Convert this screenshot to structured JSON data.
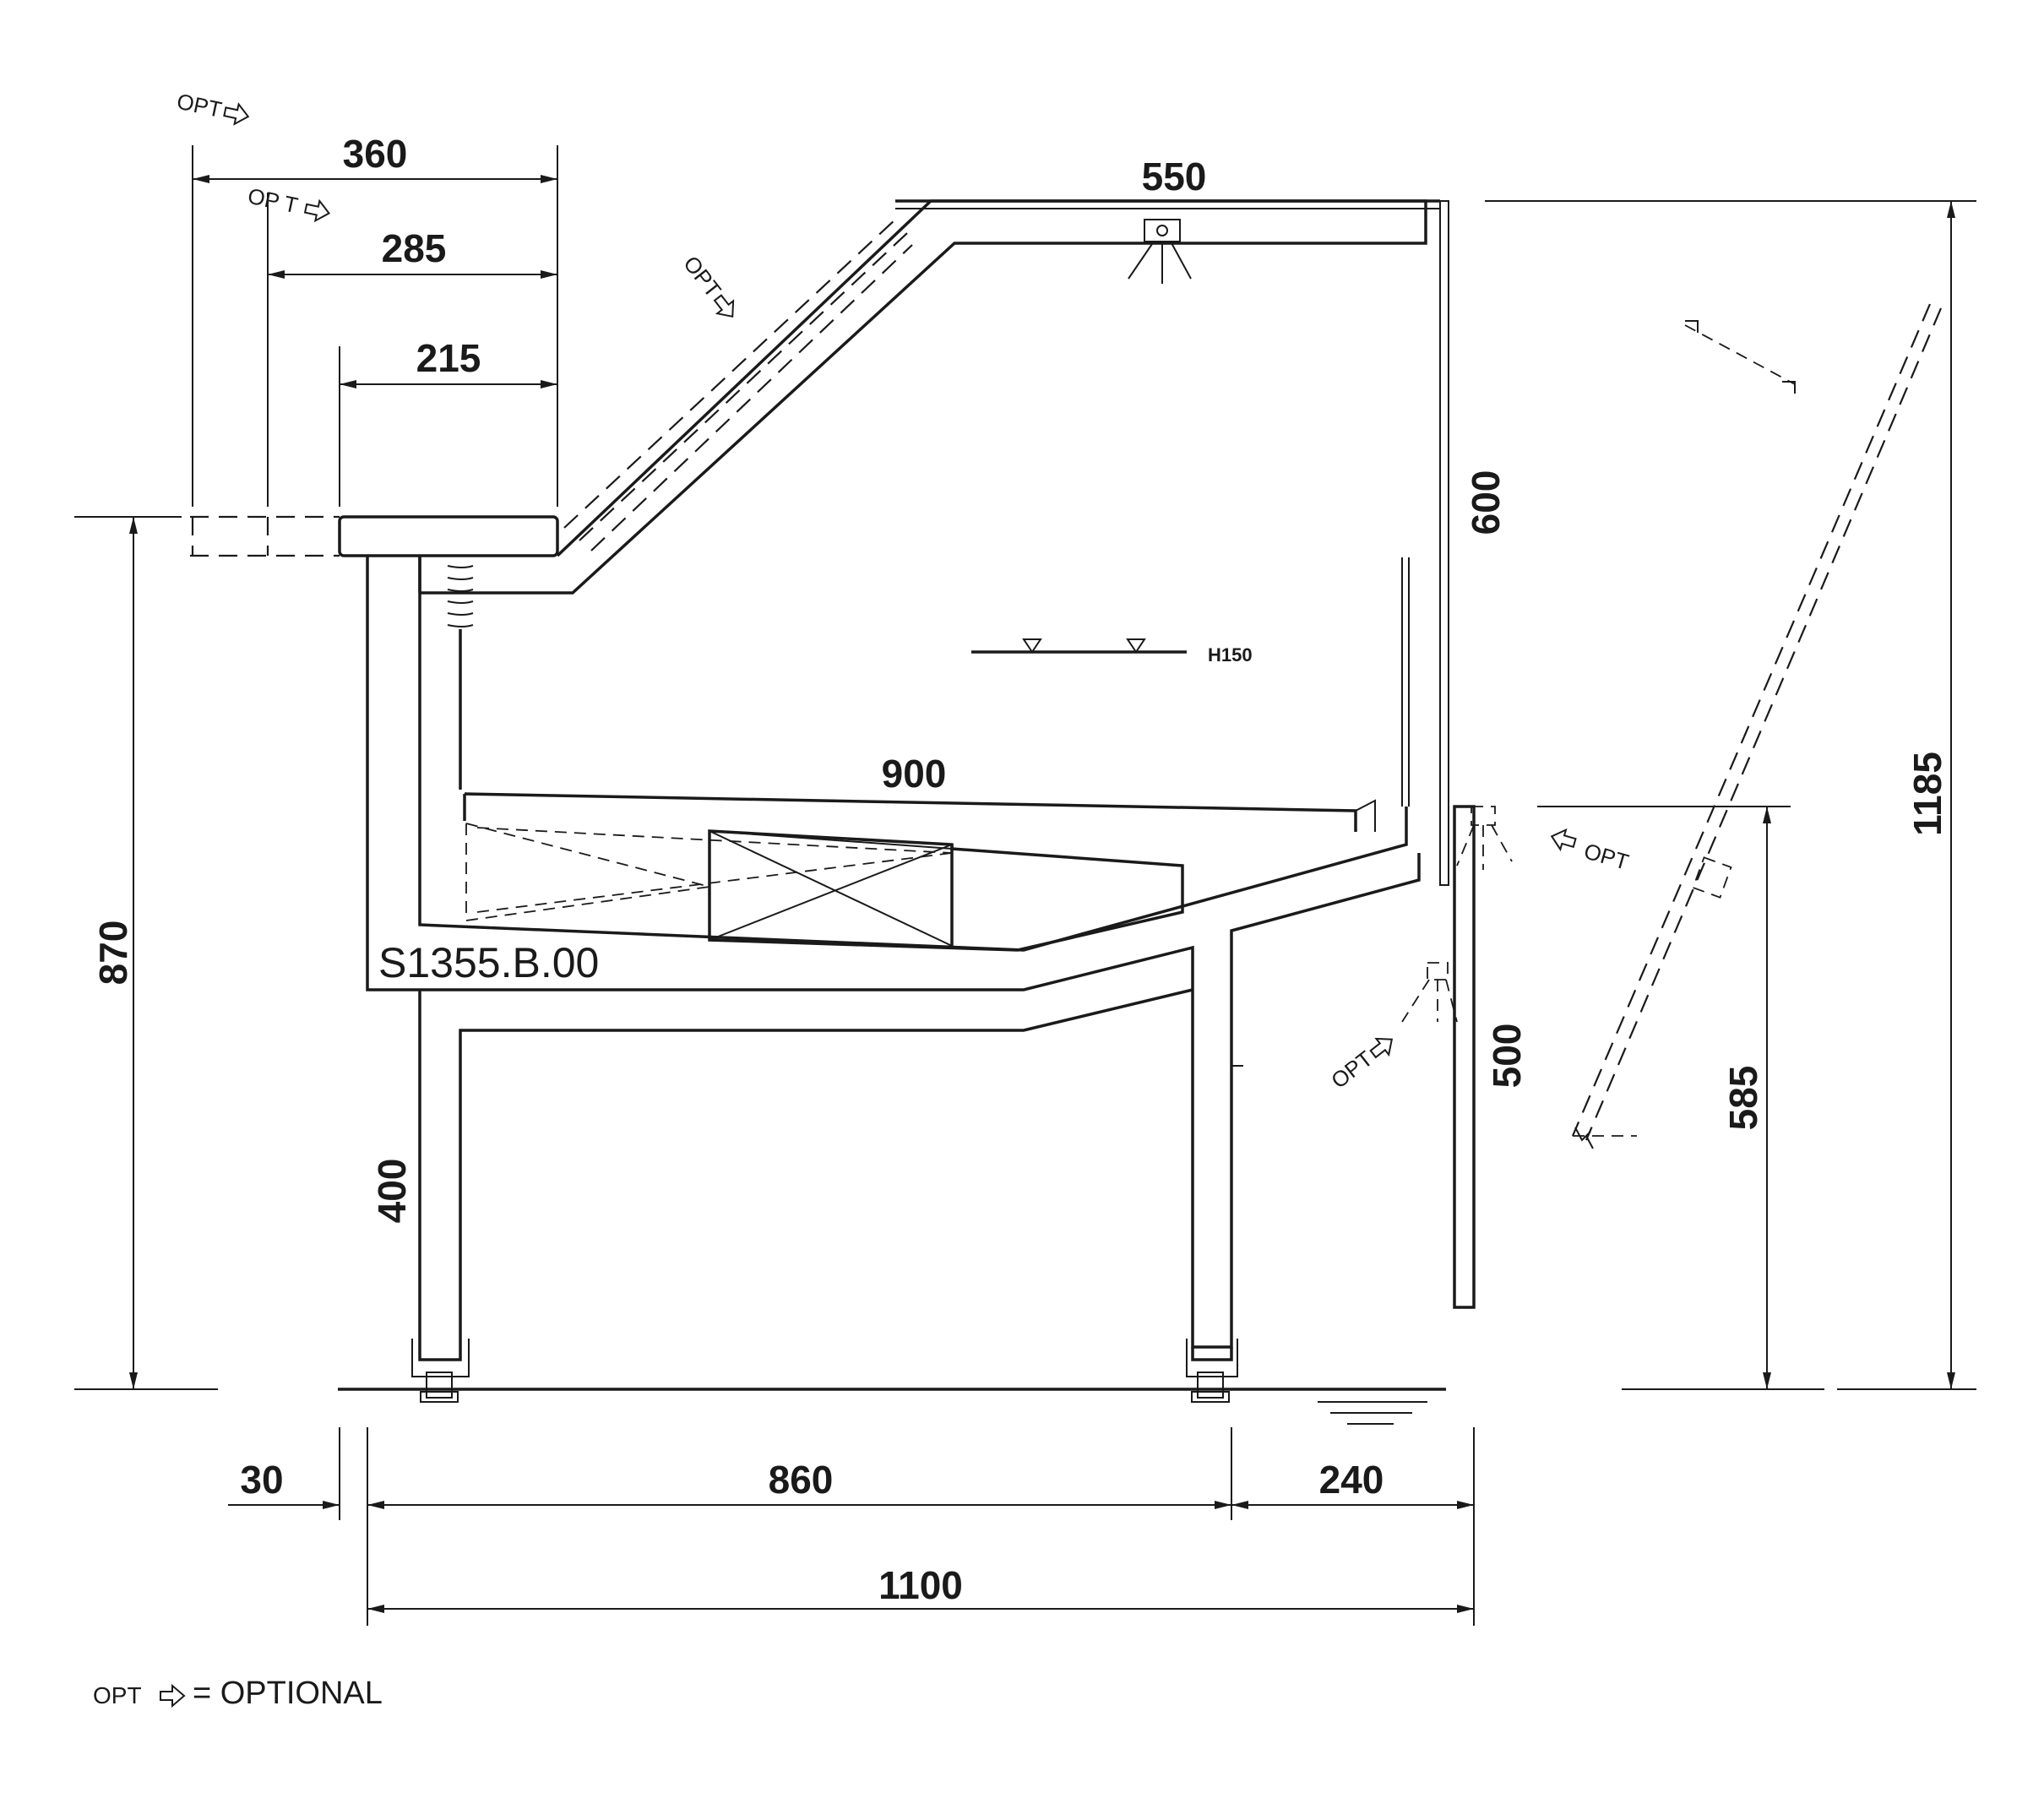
{
  "model_code": "S1355.B.00",
  "dims": {
    "d360": "360",
    "d285": "285",
    "d215": "215",
    "d550": "550",
    "d600": "600",
    "d900": "900",
    "d1185": "1185",
    "d870": "870",
    "d400": "400",
    "d500": "500",
    "d585": "585",
    "d30": "30",
    "d860": "860",
    "d240": "240",
    "d1100": "1100"
  },
  "level_label": "H150",
  "opt_label": "OPT",
  "opt_label_spaced": "OP T",
  "legend_eq": "= OPTIONAL",
  "colors": {
    "line": "#1a1a1a",
    "background": "#ffffff"
  },
  "icons": [
    "optional-arrow-icon",
    "lamp-icon",
    "level-triangle-icon",
    "ground-symbol-icon"
  ]
}
